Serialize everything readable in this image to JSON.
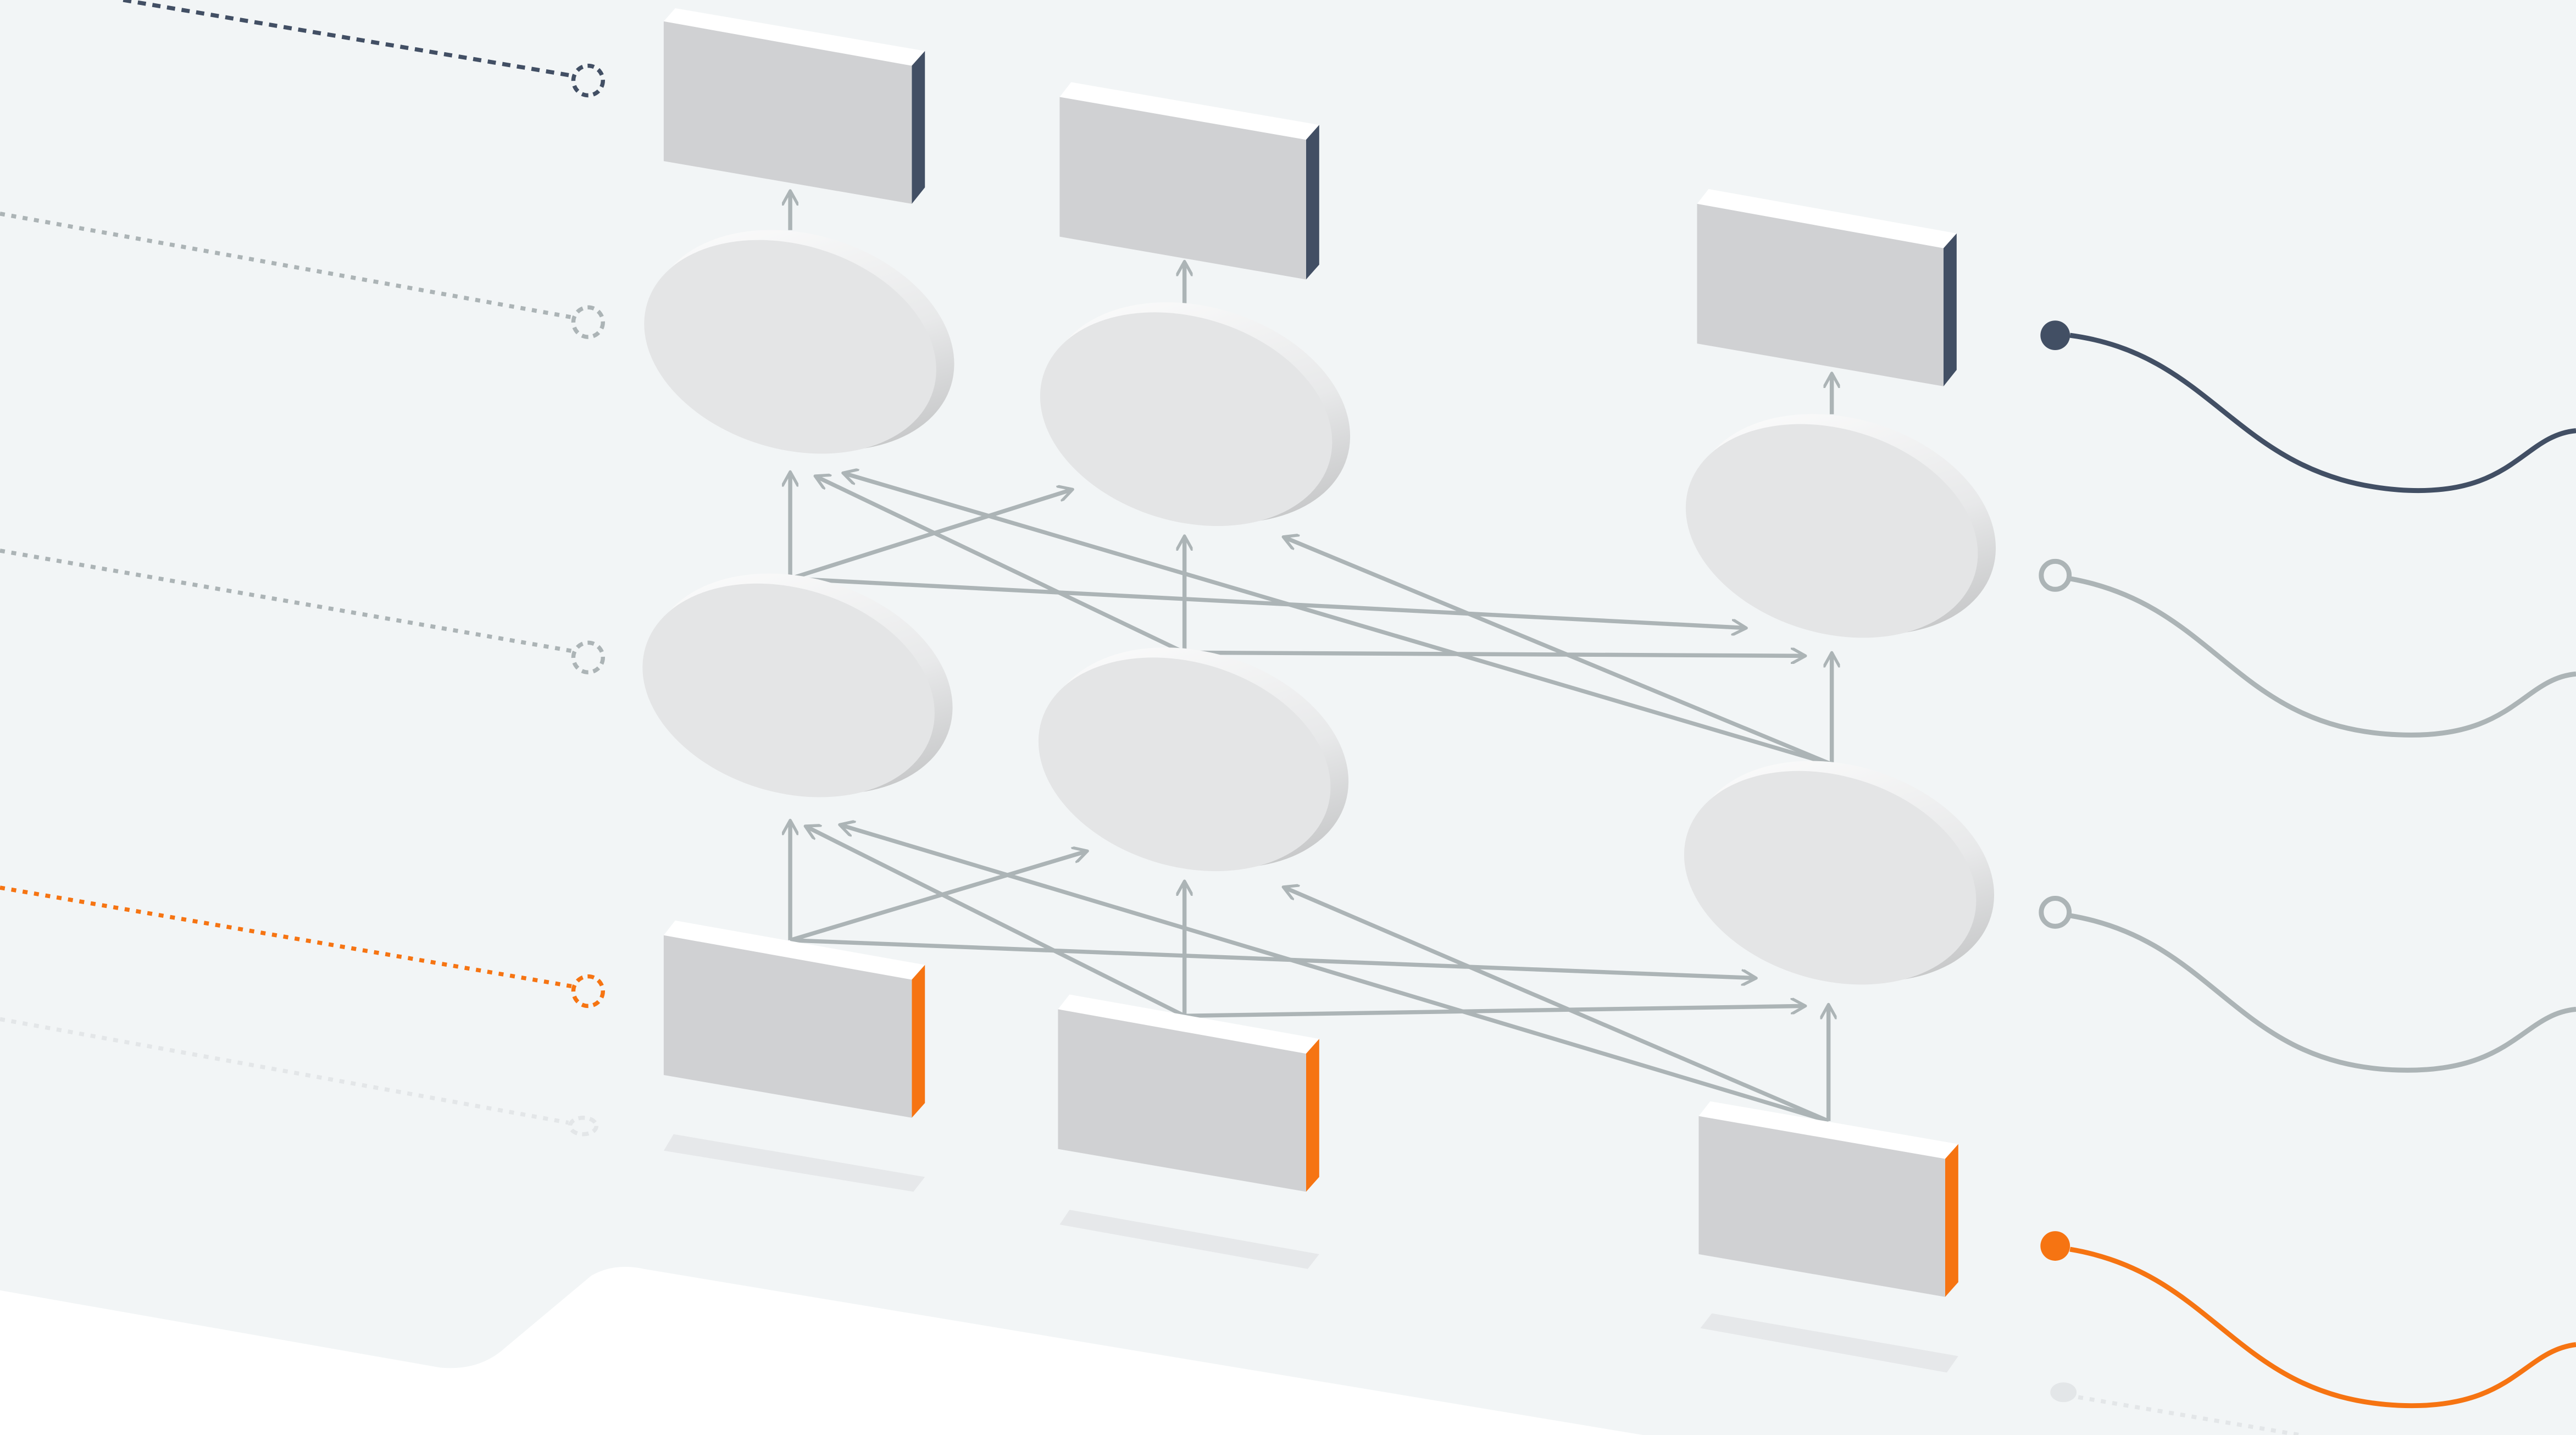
{
  "diagram": {
    "type": "isometric-neural-network",
    "colors": {
      "panel": "#f2f5f6",
      "box_face": "#d0d1d3",
      "box_top": "#ffffff",
      "output_edge": "#424f64",
      "input_edge": "#f67412",
      "node_face": "#e4e5e6",
      "node_rim": "#c3c4c5",
      "connection": "#acb4b6",
      "shadow": "#e6e8ea",
      "curve_dark": "#424f64",
      "curve_gray": "#acb4b6",
      "curve_orange": "#f67412",
      "curve_faint": "#e3e6e8"
    },
    "layers": [
      {
        "role": "output",
        "count": 3,
        "edge_color": "output_edge"
      },
      {
        "role": "hidden",
        "count": 3
      },
      {
        "role": "hidden",
        "count": 3
      },
      {
        "role": "input",
        "count": 3,
        "edge_color": "input_edge"
      }
    ],
    "left_markers": [
      {
        "style": "dashed",
        "color": "curve_dark"
      },
      {
        "style": "dotted",
        "color": "curve_gray"
      },
      {
        "style": "dotted",
        "color": "curve_gray"
      },
      {
        "style": "dotted",
        "color": "curve_orange"
      },
      {
        "style": "dotted",
        "color": "curve_faint"
      }
    ],
    "right_markers": [
      {
        "fill": "solid",
        "color": "curve_dark"
      },
      {
        "fill": "hollow",
        "color": "curve_gray"
      },
      {
        "fill": "hollow",
        "color": "curve_gray"
      },
      {
        "fill": "solid",
        "color": "curve_orange"
      },
      {
        "fill": "solid",
        "color": "curve_faint"
      }
    ]
  }
}
